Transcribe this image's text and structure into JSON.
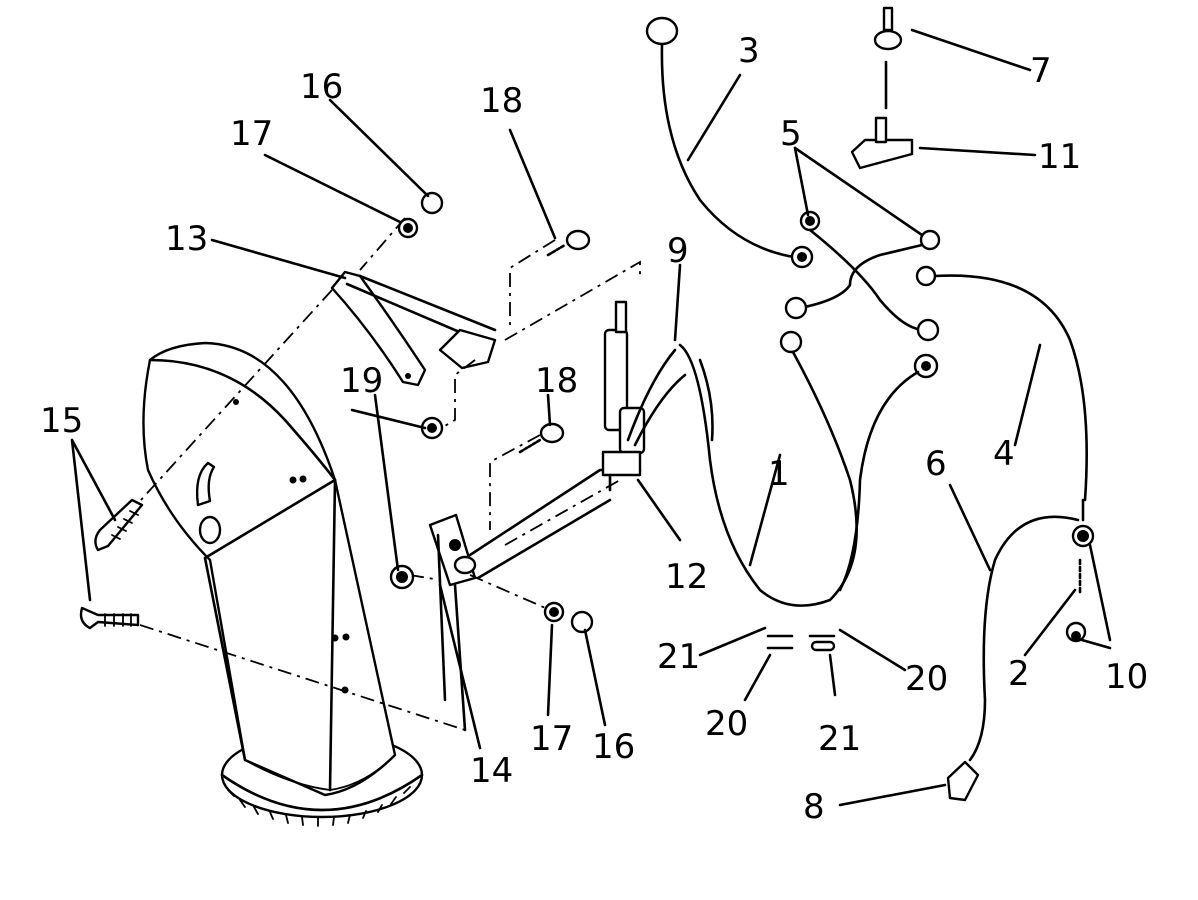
{
  "callouts": [
    {
      "id": "c1",
      "text": "1"
    },
    {
      "id": "c2",
      "text": "2"
    },
    {
      "id": "c3",
      "text": "3"
    },
    {
      "id": "c4",
      "text": "4"
    },
    {
      "id": "c5",
      "text": "5"
    },
    {
      "id": "c6",
      "text": "6"
    },
    {
      "id": "c7",
      "text": "7"
    },
    {
      "id": "c8",
      "text": "8"
    },
    {
      "id": "c9",
      "text": "9"
    },
    {
      "id": "c10",
      "text": "10"
    },
    {
      "id": "c11",
      "text": "11"
    },
    {
      "id": "c12",
      "text": "12"
    },
    {
      "id": "c13",
      "text": "13"
    },
    {
      "id": "c14",
      "text": "14"
    },
    {
      "id": "c15",
      "text": "15"
    },
    {
      "id": "c16a",
      "text": "16"
    },
    {
      "id": "c16b",
      "text": "16"
    },
    {
      "id": "c17a",
      "text": "17"
    },
    {
      "id": "c17b",
      "text": "17"
    },
    {
      "id": "c18a",
      "text": "18"
    },
    {
      "id": "c18b",
      "text": "18"
    },
    {
      "id": "c19",
      "text": "19"
    },
    {
      "id": "c20a",
      "text": "20"
    },
    {
      "id": "c20b",
      "text": "20"
    },
    {
      "id": "c21a",
      "text": "21"
    },
    {
      "id": "c21b",
      "text": "21"
    }
  ]
}
